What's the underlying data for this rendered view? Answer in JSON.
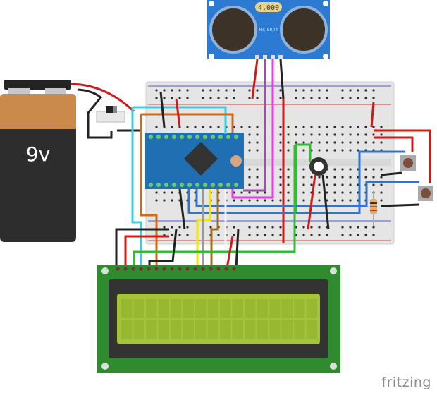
{
  "diagram": {
    "type": "breadboard-wiring",
    "battery": {
      "label": "9v",
      "colors": {
        "top": "#c98a4c",
        "body": "#2d2d2d",
        "cap": "#1d1d1d",
        "text": "#ffffff"
      }
    },
    "ultrasonic_sensor": {
      "display": "4.000",
      "model": "HC-SR04",
      "color": "#2c7ad1"
    },
    "microcontroller": {
      "name": "Arduino Pro Mini",
      "color": "#1f6fb2"
    },
    "lcd": {
      "columns": 16,
      "rows": 2,
      "pcb_color": "#2e8b2e",
      "screen_color": "#a6c43b"
    },
    "potentiometer": {
      "name": "trimmer"
    },
    "buttons": [
      {
        "name": "button-1"
      },
      {
        "name": "button-2"
      }
    ],
    "resistor": {
      "name": "pull-down resistor"
    },
    "switch": {
      "name": "slide switch"
    },
    "wire_colors": {
      "red": "#d01919",
      "black": "#222222",
      "cyan": "#38d0e0",
      "orange": "#d06a1a",
      "green": "#2dbf2d",
      "blue": "#2f74d0",
      "magenta": "#e33ce3",
      "purple": "#9b4fa8",
      "yellow": "#f2e600",
      "gray": "#9a9a9a",
      "white": "#f4f4f4",
      "brown": "#a0701a"
    }
  },
  "watermark": "fritzing"
}
